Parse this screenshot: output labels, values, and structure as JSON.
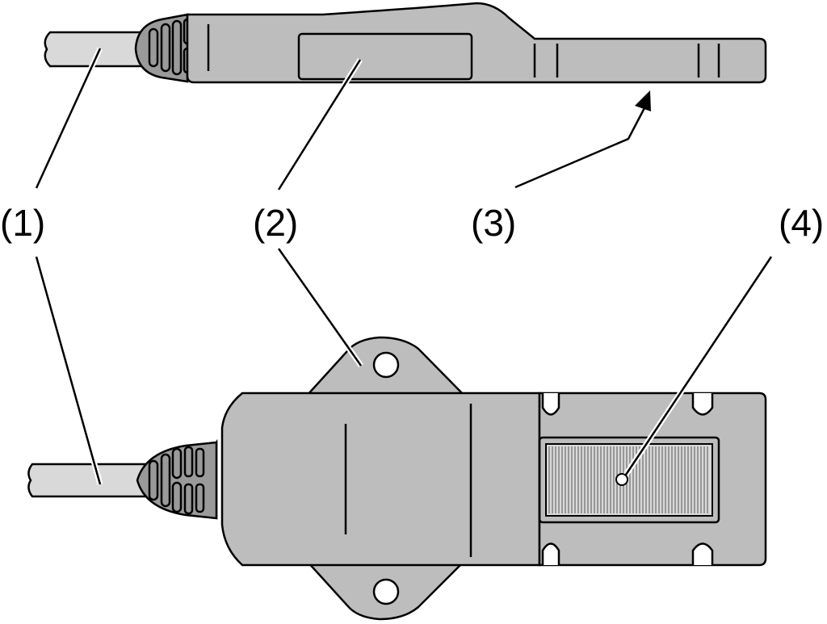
{
  "callouts": {
    "c1": "(1)",
    "c2": "(2)",
    "c3": "(3)",
    "c4": "(4)"
  },
  "colors": {
    "housing": "#bdbdbd",
    "cable": "#d9d9d9",
    "boot": "#9a9a9a",
    "outline": "#000000",
    "background": "#ffffff"
  },
  "icons": {
    "arrow": "arrow-head-icon",
    "mounting_hole": "mounting-hole-icon"
  }
}
